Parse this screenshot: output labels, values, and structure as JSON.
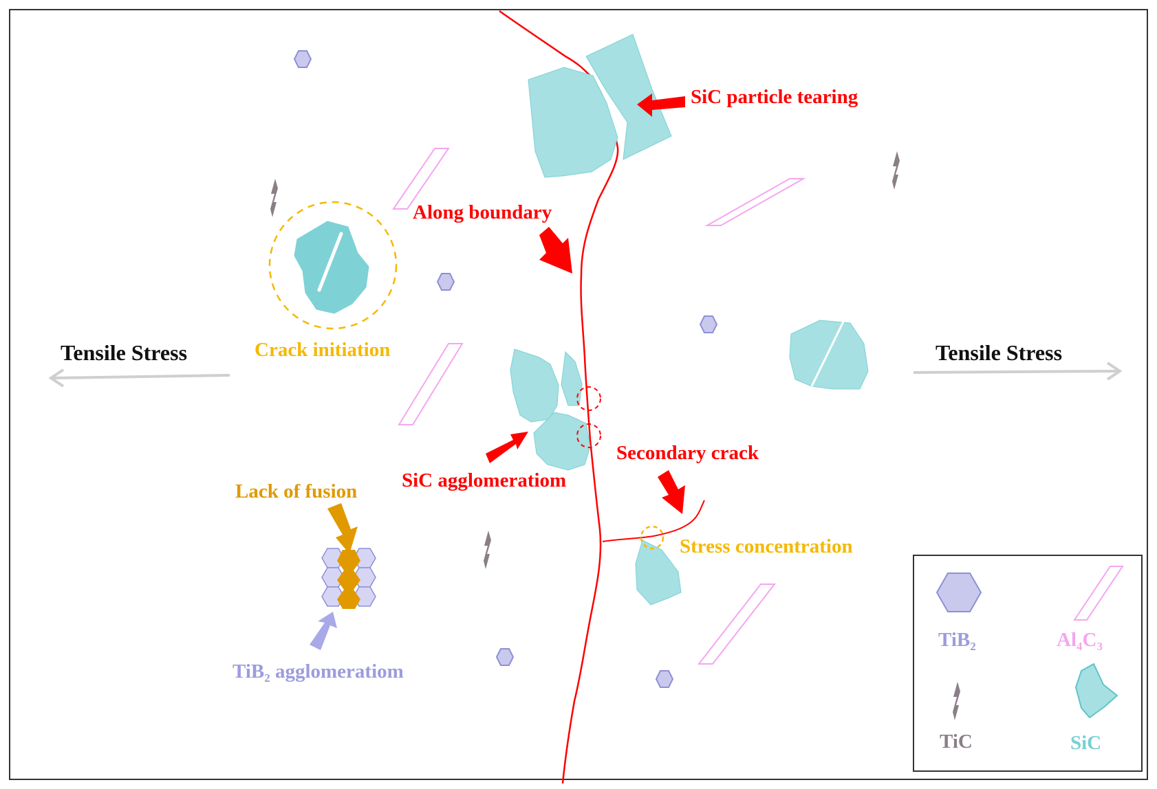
{
  "labels": {
    "sic_tearing": "SiC particle tearing",
    "along_boundary": "Along boundary",
    "crack_initiation": "Crack initiation",
    "tensile_left": "Tensile Stress",
    "tensile_right": "Tensile Stress",
    "sic_agglomeration": "SiC agglomeratiom",
    "secondary_crack": "Secondary crack",
    "lack_of_fusion": "Lack of fusion",
    "stress_concentration": "Stress concentration",
    "tib2_agglomeration_base": "TiB",
    "tib2_agglomeration_sub": "2",
    "tib2_agglomeration_rest": " agglomeratiom"
  },
  "legend": {
    "tib2_base": "TiB",
    "tib2_sub": "2",
    "al4c3_a": "Al",
    "al4c3_sub1": "4",
    "al4c3_b": "C",
    "al4c3_sub2": "3",
    "tic": "TiC",
    "sic": "SiC"
  },
  "colors": {
    "red": "#ff0000",
    "orange": "#f5b800",
    "dark_orange": "#e09a00",
    "tib2_fill": "#c9c9ee",
    "tib2_stroke": "#8f8fd6",
    "tib2_text": "#9c9cde",
    "al4c3": "#f4a6f0",
    "sic_fill": "#9ddcdf",
    "sic_stroke": "#5fc4c8",
    "sic_text": "#78d0d4",
    "tic": "#8a7f87",
    "grey_arrow": "#cfcfcf",
    "frame": "#333333"
  }
}
